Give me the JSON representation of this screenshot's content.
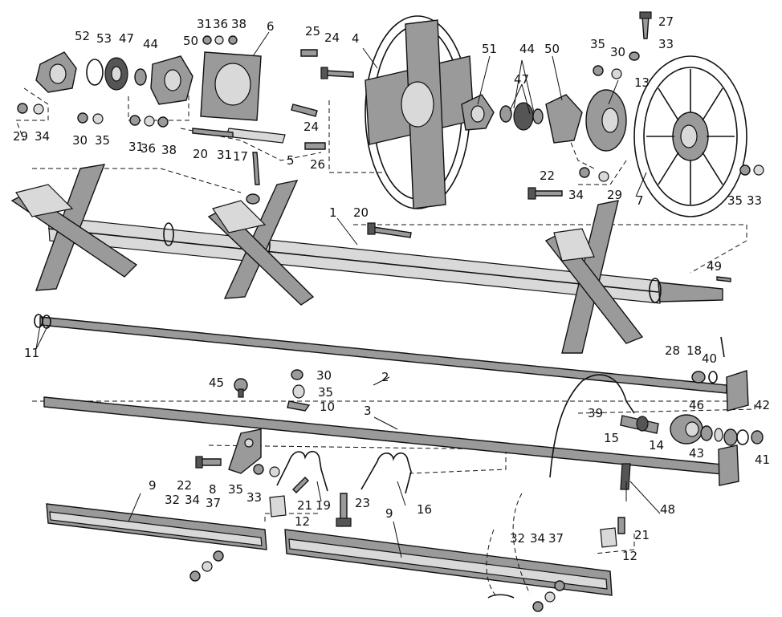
{
  "callouts": {
    "c1": "1",
    "c2": "2",
    "c3": "3",
    "c4": "4",
    "c5": "5",
    "c6": "6",
    "c7": "7",
    "c8": "8",
    "c9a": "9",
    "c9b": "9",
    "c10": "10",
    "c11": "11",
    "c12a": "12",
    "c12b": "12",
    "c13": "13",
    "c14": "14",
    "c15": "15",
    "c16": "16",
    "c17": "17",
    "c18": "18",
    "c19": "19",
    "c20a": "20",
    "c20b": "20",
    "c21a": "21",
    "c21b": "21",
    "c22a": "22",
    "c22b": "22",
    "c23": "23",
    "c24a": "24",
    "c24b": "24",
    "c25": "25",
    "c26": "26",
    "c27": "27",
    "c28": "28",
    "c29a": "29",
    "c29b": "29",
    "c30a": "30",
    "c30b": "30",
    "c30c": "30",
    "c31a": "31",
    "c31b": "31",
    "c31c": "31",
    "c32a": "32",
    "c32b": "32",
    "c33a": "33",
    "c33b": "33",
    "c33c": "33",
    "c34a": "34",
    "c34b": "34",
    "c34c": "34",
    "c34d": "34",
    "c35a": "35",
    "c35b": "35",
    "c35c": "35",
    "c35d": "35",
    "c35e": "35",
    "c36a": "36",
    "c36b": "36",
    "c37a": "37",
    "c37b": "37",
    "c38a": "38",
    "c38b": "38",
    "c39": "39",
    "c40": "40",
    "c41": "41",
    "c42": "42",
    "c43": "43",
    "c44a": "44",
    "c44b": "44",
    "c45": "45",
    "c46": "46",
    "c47a": "47",
    "c47b": "47",
    "c48": "48",
    "c49": "49",
    "c50a": "50",
    "c50b": "50",
    "c51": "51",
    "c52": "52",
    "c53": "53"
  }
}
